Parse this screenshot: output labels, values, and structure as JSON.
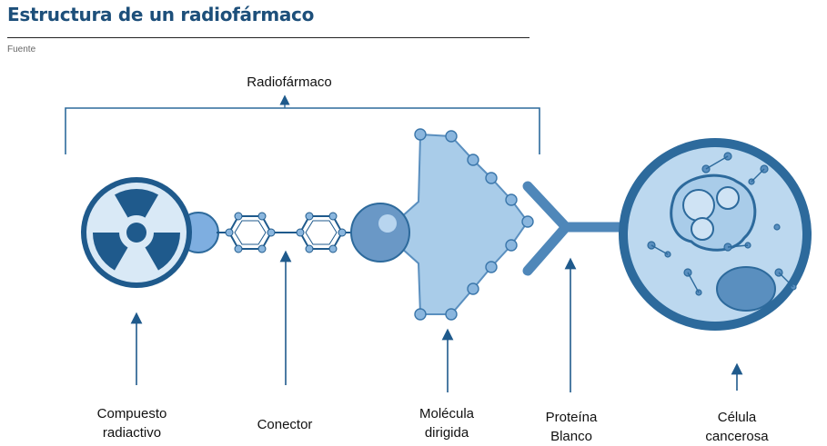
{
  "header": {
    "title": "Estructura de un radiofármaco",
    "source": "Fuente"
  },
  "diagram": {
    "bracket_label": "Radiofármaco",
    "labels": {
      "compound": [
        "Compuesto",
        "radiactivo"
      ],
      "connector": [
        "Conector"
      ],
      "molecule": [
        "Molécula",
        "dirigida"
      ],
      "protein": [
        "Proteína",
        "Blanco"
      ],
      "cell": [
        "Célula",
        "cancerosa"
      ]
    }
  },
  "colors": {
    "title": "#1d4f7a",
    "dark_blue": "#1f5a8c",
    "mid_blue": "#5a8fbf",
    "light_blue": "#a9cce9",
    "pale_blue": "#cfe3f4",
    "dot": "#7ea8d0"
  }
}
